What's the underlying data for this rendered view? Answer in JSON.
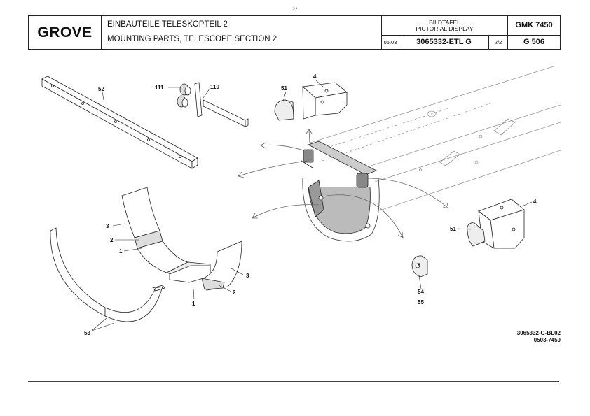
{
  "page_number": "22",
  "header": {
    "logo": "GROVE",
    "title_de": "EINBAUTEILE TELESKOPTEIL 2",
    "title_en": "MOUNTING PARTS, TELESCOPE SECTION 2",
    "display_de": "BILDTAFEL",
    "display_en": "PICTORIAL DISPLAY",
    "date": "05.03",
    "part_number": "3065332-ETL G",
    "page": "2/2",
    "model": "GMK 7450",
    "group": "G 506"
  },
  "labels": {
    "l52": "52",
    "l111": "111",
    "l110": "110",
    "l51a": "51",
    "l4a": "4",
    "l3a": "3",
    "l2a": "2",
    "l1a": "1",
    "l3b": "3",
    "l2b": "2",
    "l1b": "1",
    "l53": "53",
    "l4b": "4",
    "l51b": "51",
    "l54": "54",
    "l55": "55"
  },
  "reference": {
    "line1": "3065332-G-BL02",
    "line2": "0503-7450"
  }
}
